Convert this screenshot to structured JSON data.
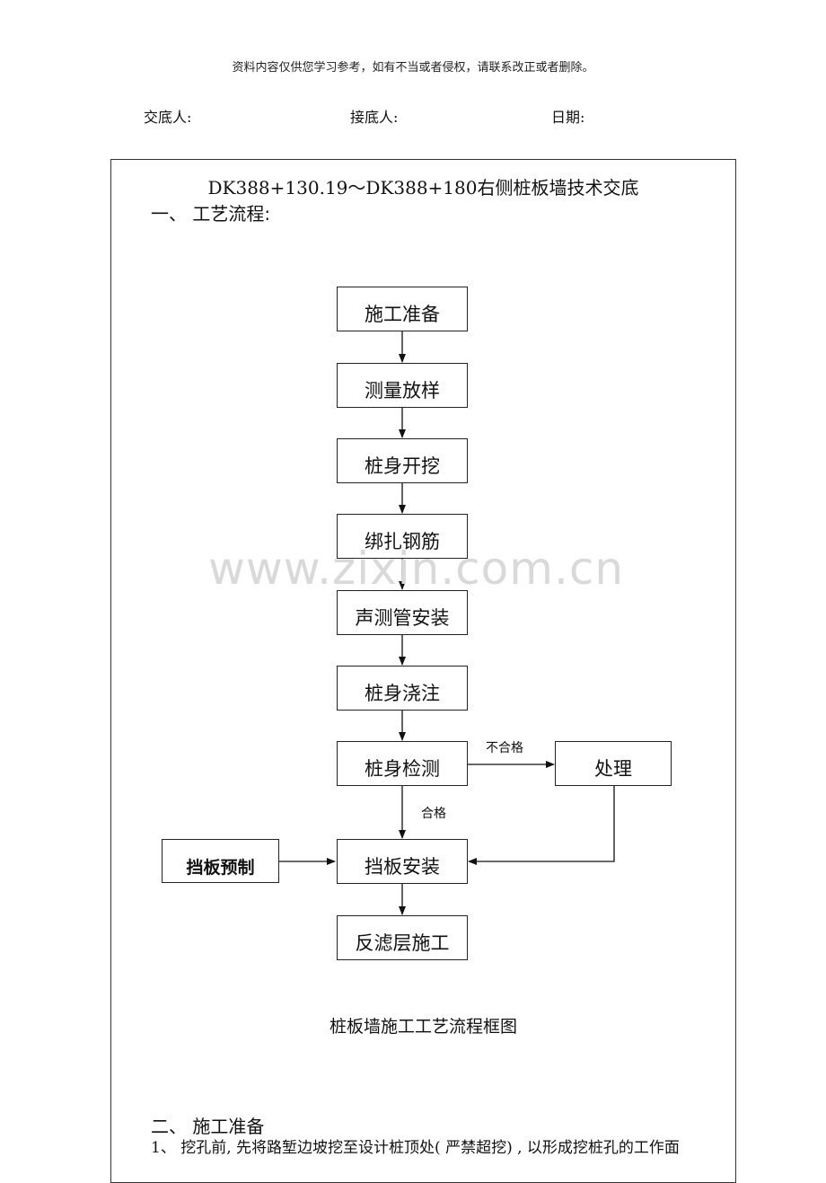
{
  "header": {
    "note": "资料内容仅供您学习参考，如有不当或者侵权，请联系改正或者删除。",
    "presenter_label": "交底人:",
    "receiver_label": "接底人:",
    "date_label": "日期:"
  },
  "document": {
    "title": "DK388+130.19～DK388+180右侧桩板墙技术交底",
    "section1": "一、   工艺流程:",
    "section2": "二、  施工准备",
    "para1": "1、  挖孔前, 先将路堑边坡挖至设计桩顶处( 严禁超挖) , 以形成挖桩孔的工作面"
  },
  "flowchart": {
    "steps": {
      "prepare": "施工准备",
      "survey": "测量放样",
      "excavate": "桩身开挖",
      "rebar": "绑扎钢筋",
      "sonic_tube": "声测管安装",
      "pour": "桩身浇注",
      "inspect": "桩身检测",
      "handle": "处理",
      "precast": "挡板预制",
      "install": "挡板安装",
      "filter": "反滤层施工"
    },
    "labels": {
      "fail": "不合格",
      "pass": "合格"
    },
    "caption": "桩板墙施工工艺流程框图"
  },
  "watermark": "www.zixin.com.cn"
}
